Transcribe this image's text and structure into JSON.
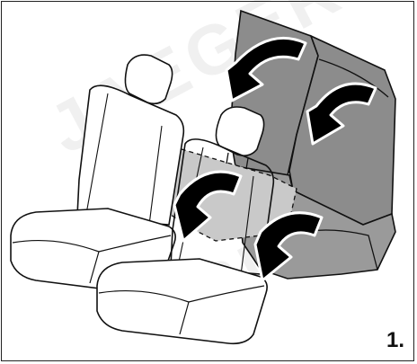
{
  "figure": {
    "step_label": "1.",
    "watermark_lines": [
      "JAEGER",
      "ERICH"
    ],
    "colors": {
      "outline": "#111111",
      "rear_seat_fill": "#8c8c8c",
      "fold_shadow_fill": "#c9c9c9",
      "front_seat_fill": "#ffffff",
      "arrow_fill": "#000000",
      "arrow_outline": "#ffffff"
    },
    "icons": {
      "fold_arrow": "curved-down-arrow-icon",
      "rear_seat": "rear-seat-bench-icon",
      "front_seat": "front-seat-icon"
    }
  }
}
